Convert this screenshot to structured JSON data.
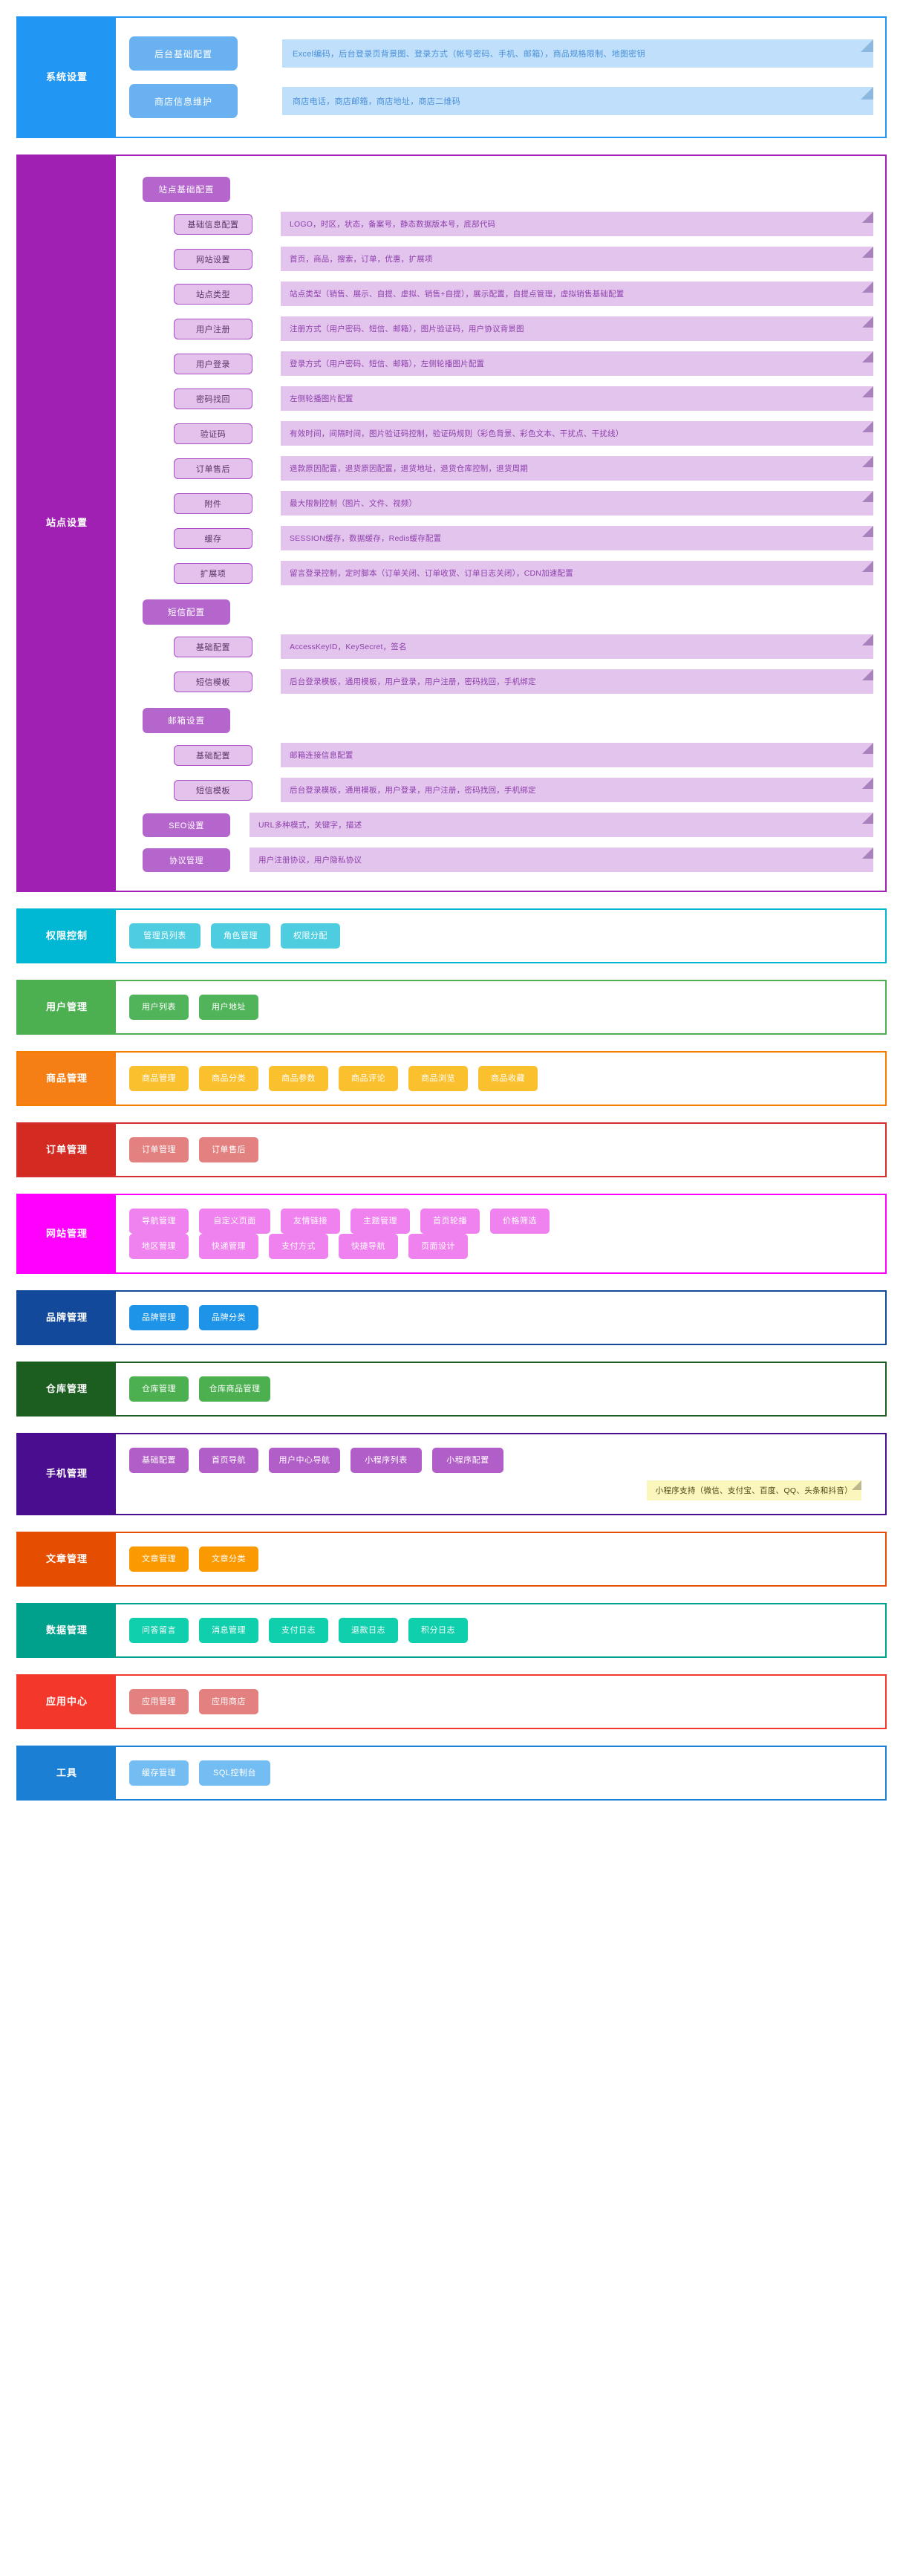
{
  "system_settings": {
    "label": "系统设置",
    "border_color": "#2196f3",
    "label_bg": "#2196f3",
    "rows": [
      {
        "button": "后台基础配置",
        "desc": "Excel编码，后台登录页背景图、登录方式（帐号密码、手机、邮箱），商品规格限制、地图密钥"
      },
      {
        "button": "商店信息维护",
        "desc": "商店电话，商店邮箱，商店地址，商店二维码"
      }
    ]
  },
  "site_settings": {
    "label": "站点设置",
    "border_color": "#a020b4",
    "label_bg": "#a020b4",
    "groups": [
      {
        "title": "站点基础配置",
        "items": [
          {
            "button": "基础信息配置",
            "desc": "LOGO，时区，状态，备案号，静态数据版本号，底部代码"
          },
          {
            "button": "网站设置",
            "desc": "首页，商品，搜索，订单，优惠，扩展项"
          },
          {
            "button": "站点类型",
            "desc": "站点类型（销售、展示、自提、虚拟、销售+自提），展示配置，自提点管理，虚拟销售基础配置"
          },
          {
            "button": "用户注册",
            "desc": "注册方式（用户密码、短信、邮箱），图片验证码，用户协议背景图"
          },
          {
            "button": "用户登录",
            "desc": "登录方式（用户密码、短信、邮箱），左侧轮播图片配置"
          },
          {
            "button": "密码找回",
            "desc": "左侧轮播图片配置"
          },
          {
            "button": "验证码",
            "desc": "有效时间，间隔时间，图片验证码控制，验证码规则（彩色背景、彩色文本、干扰点、干扰线）"
          },
          {
            "button": "订单售后",
            "desc": "退款原因配置，退货原因配置，退货地址，退货仓库控制，退货周期"
          },
          {
            "button": "附件",
            "desc": "最大限制控制（图片、文件、视频）"
          },
          {
            "button": "缓存",
            "desc": "SESSION缓存，数据缓存，Redis缓存配置"
          },
          {
            "button": "扩展项",
            "desc": "留言登录控制，定时脚本（订单关闭、订单收货、订单日志关闭），CDN加速配置"
          }
        ]
      },
      {
        "title": "短信配置",
        "items": [
          {
            "button": "基础配置",
            "desc": "AccessKeyID，KeySecret，签名"
          },
          {
            "button": "短信模板",
            "desc": "后台登录模板，通用模板，用户登录，用户注册，密码找回，手机绑定"
          }
        ]
      },
      {
        "title": "邮箱设置",
        "items": [
          {
            "button": "基础配置",
            "desc": "邮箱连接信息配置"
          },
          {
            "button": "短信模板",
            "desc": "后台登录模板，通用模板，用户登录，用户注册，密码找回，手机绑定"
          }
        ]
      }
    ],
    "standalone": [
      {
        "button": "SEO设置",
        "desc": "URL多种模式，关键字，描述"
      },
      {
        "button": "协议管理",
        "desc": "用户注册协议，用户隐私协议"
      }
    ]
  },
  "sections": [
    {
      "label": "权限控制",
      "border_color": "#00b8d4",
      "label_bg": "#00b8d4",
      "chip_bg": "#4ecde0",
      "rows": [
        [
          "管理员列表",
          "角色管理",
          "权限分配"
        ]
      ]
    },
    {
      "label": "用户管理",
      "border_color": "#4caf50",
      "label_bg": "#4caf50",
      "chip_bg": "#52b45a",
      "rows": [
        [
          "用户列表",
          "用户地址"
        ]
      ]
    },
    {
      "label": "商品管理",
      "border_color": "#f57c00",
      "label_bg": "#f57f14",
      "chip_bg": "#fbc02d",
      "rows": [
        [
          "商品管理",
          "商品分类",
          "商品参数",
          "商品评论",
          "商品浏览",
          "商品收藏"
        ]
      ]
    },
    {
      "label": "订单管理",
      "border_color": "#d32f2f",
      "label_bg": "#d32a22",
      "chip_bg": "#e38080",
      "rows": [
        [
          "订单管理",
          "订单售后"
        ]
      ]
    },
    {
      "label": "网站管理",
      "border_color": "#ff00ff",
      "label_bg": "#ff00ff",
      "chip_bg": "#ef82ef",
      "rows": [
        [
          "导航管理",
          "自定义页面",
          "友情链接",
          "主题管理",
          "首页轮播",
          "价格筛选"
        ],
        [
          "地区管理",
          "快递管理",
          "支付方式",
          "快捷导航",
          "页面设计"
        ]
      ]
    },
    {
      "label": "品牌管理",
      "border_color": "#12499b",
      "label_bg": "#12499b",
      "chip_bg": "#1e94e8",
      "rows": [
        [
          "品牌管理",
          "品牌分类"
        ]
      ]
    },
    {
      "label": "仓库管理",
      "border_color": "#1b5e20",
      "label_bg": "#1b5e20",
      "chip_bg": "#4cb050",
      "rows": [
        [
          "仓库管理",
          "仓库商品管理"
        ]
      ]
    },
    {
      "label": "手机管理",
      "border_color": "#4a0d8f",
      "label_bg": "#4a0d8f",
      "chip_bg": "#b25ec8",
      "rows": [
        [
          "基础配置",
          "首页导航",
          "用户中心导航",
          "小程序列表",
          "小程序配置"
        ]
      ],
      "note": "小程序支持（微信、支付宝、百度、QQ、头条和抖音）"
    },
    {
      "label": "文章管理",
      "border_color": "#e54e00",
      "label_bg": "#e54e00",
      "chip_bg": "#fb9a00",
      "rows": [
        [
          "文章管理",
          "文章分类"
        ]
      ]
    },
    {
      "label": "数据管理",
      "border_color": "#00a18c",
      "label_bg": "#00a18c",
      "chip_bg": "#0fcfac",
      "rows": [
        [
          "问答留言",
          "消息管理",
          "支付日志",
          "退款日志",
          "积分日志"
        ]
      ]
    },
    {
      "label": "应用中心",
      "border_color": "#f4372b",
      "label_bg": "#f4372b",
      "chip_bg": "#e38080",
      "rows": [
        [
          "应用管理",
          "应用商店"
        ]
      ]
    },
    {
      "label": "工具",
      "border_color": "#1b7fd4",
      "label_bg": "#1b7fd4",
      "chip_bg": "#73bdf3",
      "rows": [
        [
          "缓存管理",
          "SQL控制台"
        ]
      ]
    }
  ]
}
